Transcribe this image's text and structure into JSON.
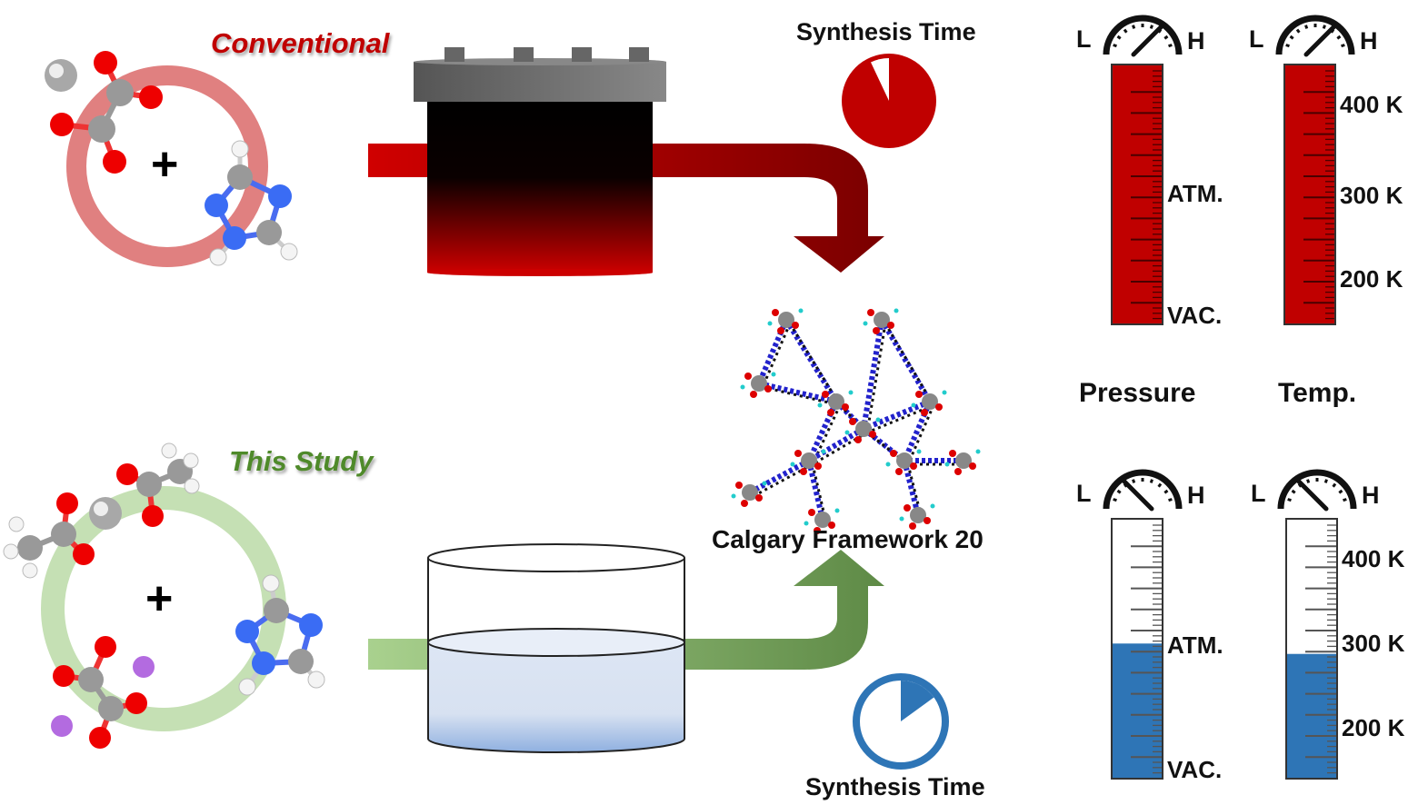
{
  "conventional": {
    "title": "Conventional",
    "synthesis_time_label": "Synthesis Time",
    "synthesis_time_fraction": 0.93,
    "pressure_fill_fraction": 1.0,
    "temperature_fill_fraction": 1.0,
    "pressure_needle": "high",
    "temperature_needle": "high",
    "colors": {
      "accent": "#c00000",
      "ring": "#e08080",
      "arrow": "#8b0000"
    }
  },
  "this_study": {
    "title": "This Study",
    "synthesis_time_label": "Synthesis Time",
    "synthesis_time_fraction": 0.15,
    "pressure_fill_fraction": 0.52,
    "temperature_fill_fraction": 0.48,
    "pressure_needle": "low",
    "temperature_needle": "low",
    "colors": {
      "accent": "#2e75b6",
      "ring": "#c5e0b4",
      "arrow": "#5e8a46"
    }
  },
  "product": {
    "label": "Calgary Framework 20"
  },
  "gauges": {
    "low_label": "L",
    "high_label": "H",
    "pressure_title": "Pressure",
    "temperature_title": "Temp.",
    "pressure_scale": [
      "ATM.",
      "VAC."
    ],
    "temperature_scale": [
      "400 K",
      "300 K",
      "200 K"
    ]
  },
  "reactants": {
    "plus_sign": "+",
    "conventional_molecules": [
      "metal-atom",
      "oxalate",
      "triazole"
    ],
    "this_study_molecules": [
      "acetate",
      "metal-atom",
      "acetate",
      "oxalate",
      "potassium-ion",
      "potassium-ion",
      "triazole"
    ]
  }
}
